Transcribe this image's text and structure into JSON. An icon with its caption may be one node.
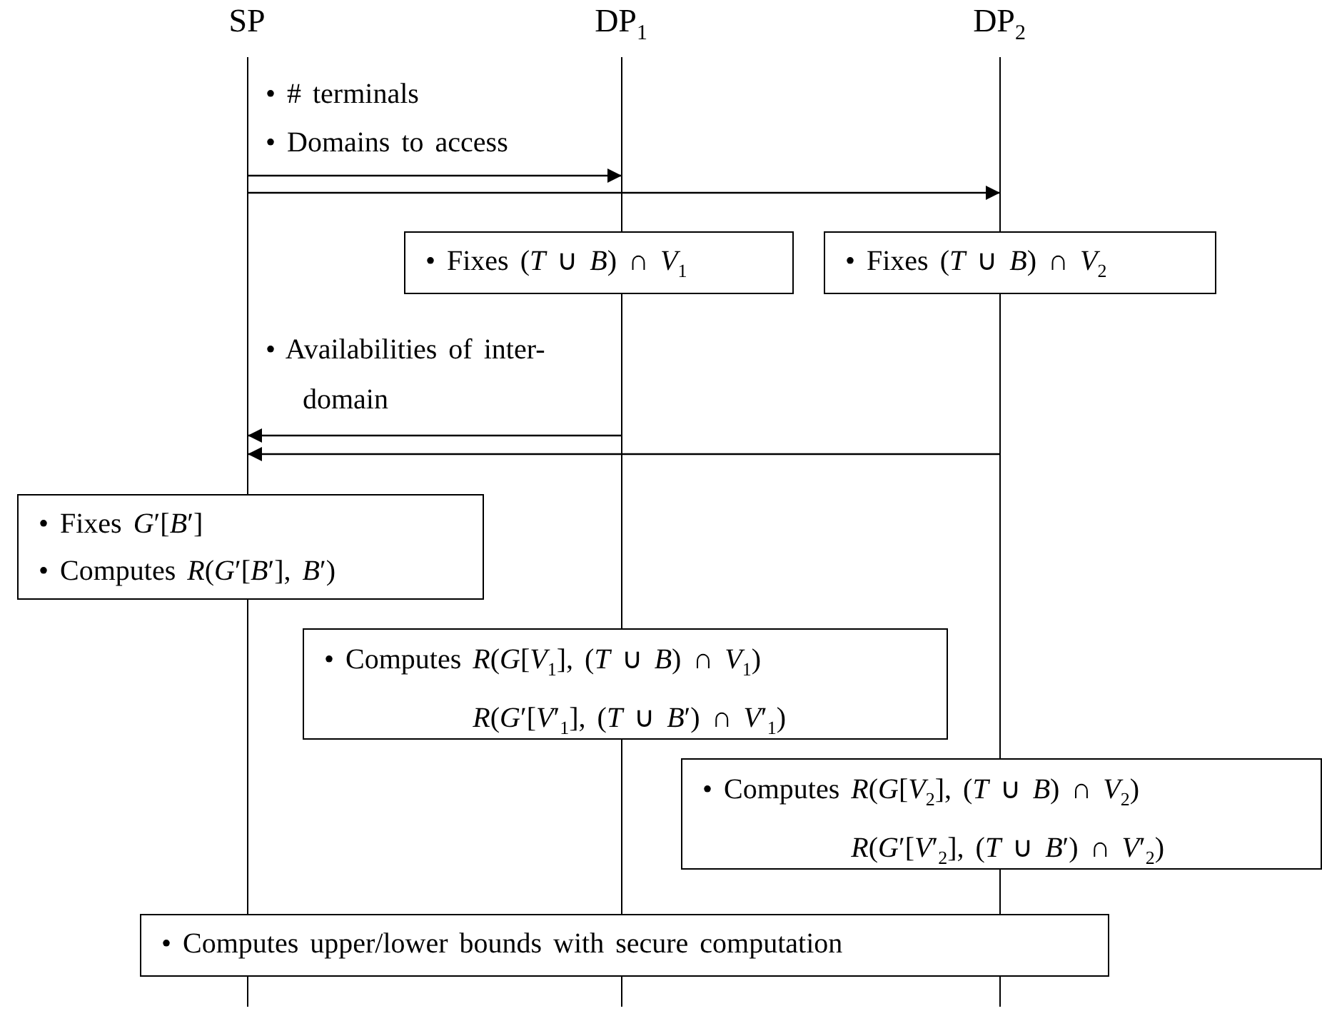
{
  "diagram": {
    "nodes": [
      {
        "text": [
          "SP"
        ]
      },
      {
        "text": [
          "DP$_{1}$"
        ]
      },
      {
        "text": [
          "DP$_{2}$"
        ]
      },
      {
        "text": [
          "• Fixes (*T* ∪ *B*) ∩ *V*$_{1}$"
        ]
      },
      {
        "text": [
          "• Fixes (*T* ∪ *B*) ∩ *V*$_{2}$"
        ]
      },
      {
        "text": [
          "• Fixes *G*′[*B*′]",
          "• Computes *R*(*G*′[*B*′], *B*′)"
        ]
      },
      {
        "text": [
          "• Computes",
          "*R*(*G*[*V*$_{1}$], (*T* ∪ *B*) ∩ *V*$_{1}$)",
          "*R*(*G*′[*V*′$_{1}$], (*T* ∪ *B*′) ∩ *V*′$_{1}$)"
        ]
      },
      {
        "text": [
          "• Computes",
          "*R*(*G*[*V*$_{2}$], (*T* ∪ *B*) ∩ *V*$_{2}$)",
          "*R*(*G*′[*V*′$_{2}$], (*T* ∪ *B*′) ∩ *V*′$_{2}$)"
        ]
      },
      {
        "text": [
          "• Computes upper/lower bounds with secure computation"
        ]
      }
    ],
    "edges": [
      {
        "from": 0,
        "to": 1,
        "arrow": "to"
      },
      {
        "from": 0,
        "to": 2,
        "arrow": "to"
      },
      {
        "from": 1,
        "to": 0,
        "arrow": "to"
      },
      {
        "from": 2,
        "to": 0,
        "arrow": "to"
      }
    ],
    "labels": [
      "• # terminals",
      "• Domains to access",
      "• Availabilities of inter-domain"
    ]
  }
}
